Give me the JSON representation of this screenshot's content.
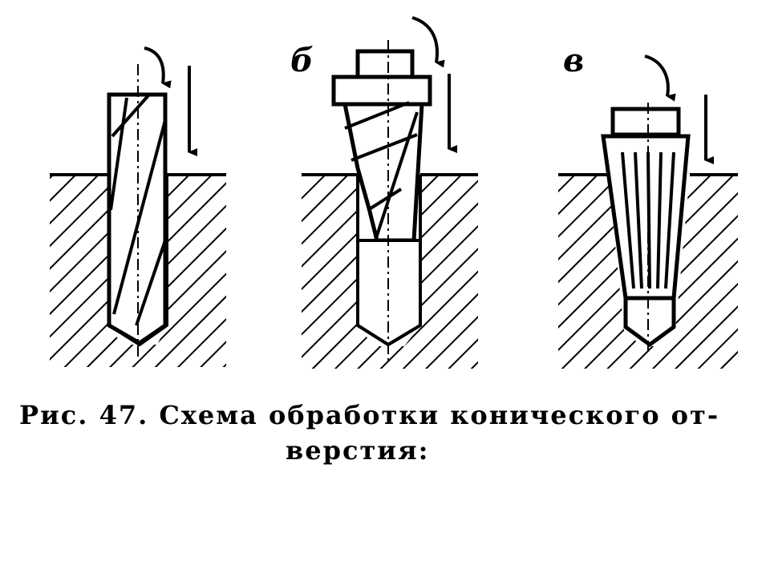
{
  "labels": {
    "b": "б",
    "v": "в"
  },
  "caption": {
    "line1": "Рис. 47. Схема обработки конического от-",
    "line2": "верстия:"
  }
}
